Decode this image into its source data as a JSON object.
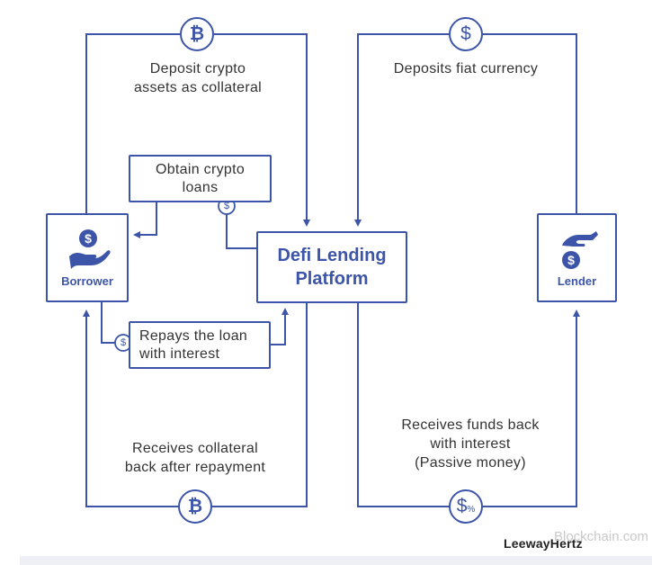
{
  "colors": {
    "primary": "#3d55a8",
    "text": "#333333"
  },
  "actors": {
    "borrower": {
      "label": "Borrower",
      "icon": "hand-dollar-icon"
    },
    "lender": {
      "label": "Lender",
      "icon": "hand-dollar-icon"
    }
  },
  "platform": {
    "line1": "Defi Lending",
    "line2": "Platform"
  },
  "flows": {
    "deposit_crypto": {
      "line1": "Deposit crypto",
      "line2": "assets as collateral"
    },
    "deposit_fiat": {
      "line1": "Deposits fiat currency"
    },
    "obtain_loans": {
      "line1": "Obtain crypto",
      "line2": "loans"
    },
    "repay_loan": {
      "line1": "Repays the loan",
      "line2": "with interest"
    },
    "collateral_back": {
      "line1": "Receives collateral",
      "line2": "back after repayment"
    },
    "funds_back": {
      "line1": "Receives funds back",
      "line2": "with interest",
      "line3": "(Passive money)"
    }
  },
  "badges": {
    "bitcoin_top": "₿",
    "dollar_top": "$",
    "bitcoin_bottom": "₿",
    "dollar_percent": "$",
    "percent": "%",
    "dollar_small": "$"
  },
  "brand": "LeewayHertz",
  "watermark": "Blockchain.com"
}
